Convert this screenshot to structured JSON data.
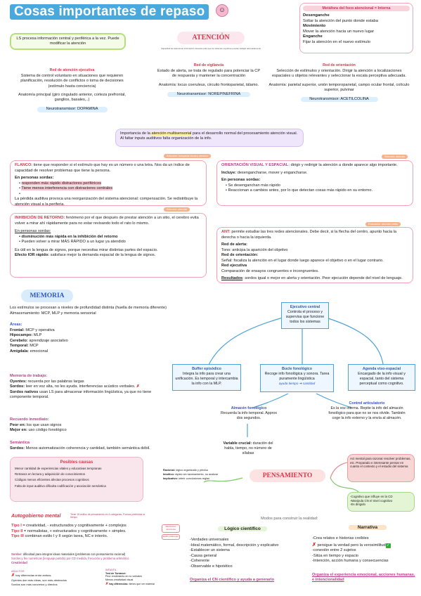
{
  "title": "Cosas importantes de repaso",
  "header_left": "LS procesa información central y periférica a la vez. Puede modificar la atención",
  "atencion_title": "ATENCIÓN",
  "atencion_sub": "Capacidad de seleccionar información relevante para que los sistemas cognitivos puedan trabajar adecuadamente",
  "metaphor": {
    "title": "Metáfora del foco atencional = Interna",
    "items": [
      {
        "k": "Desenganche",
        "v": "Soltar la atención del punto donde estaba"
      },
      {
        "k": "Movimiento",
        "v": "Mover la atención hacia un nuevo lugar"
      },
      {
        "k": "Enganche",
        "v": "Fijar la atención en el nuevo estímulo"
      }
    ]
  },
  "red_ejecutiva": {
    "title": "Red de atención ejecutiva",
    "text": "Sistema de control voluntario en situaciones que requieren planificación, resolución de conflictos o toma de decisiones (estímulo hasta conciencia)",
    "anat": "Anatomía principal (giro cingulado anterior, corteza prefrontal, ganglios, basales,..)",
    "neuro": "Neurotransmisor: DOPAMINA"
  },
  "red_vigilancia": {
    "title": "Red de vigilancia",
    "text": "Estado de alerta, se trata de regulado para potenciar la CP de respuesta y mantener la concentración",
    "anat": "Anatomía: locus coeruleus, circuito frontoparietal, tálamo.",
    "neuro": "Neurotransmisor: NOREPINEFRINA"
  },
  "red_orientacion": {
    "title": "Red de orientación",
    "text": "Selección de estímulos y orientación. Dirigir la atención a localizaciones espaciales u objetos relevantes y seleccionar la escala perceptiva adecuada.",
    "anat": "Anatomía: parietal superior, unión temporoparietal, campo ocular frontal, colículo superior, pulvinar",
    "neuro": "Neurotransmisor: ACETILCOLINA"
  },
  "importance": {
    "pre": "Importancia de la",
    "hl": "atención multisensorial",
    "post": "para el desarrollo normal del procesamiento atención visual. Al faltar inputs auditivos falta organización de la info."
  },
  "flanco": {
    "tag": "Selección: búsqueda visual y atención",
    "k": "FLANCO:",
    "text": "tiene que responder si el estímulo que hay es un número o una letra. Nos da un índice de capacidad de resolver problemas que tiene la persona.",
    "subtitle": "En personas sordas:",
    "items": [
      "responden más rápido distractores periféricos",
      "Tiene menos interferencia con distractores centrales",
      ""
    ],
    "foot": "La pérdida auditiva provoca una reorganización del sistema atencional: compensación. Se redistribuye la atención visual a la periferia."
  },
  "orientacion": {
    "tag": "Selección atención",
    "k": "ORIENTACIÓN VISUAL Y ESPACIAL:",
    "text": "dirigir y redirigir la atención a donde aparece algo importante.",
    "incluye_k": "Incluye:",
    "incluye": "desengancharse, mover y engancharse.",
    "subtitle": "En personas sordas:",
    "items": [
      "Se desenganchan más rápido",
      "Reaccionan a cambios antes, por lo que detectan cosas más rápido en su entorno."
    ]
  },
  "inhibicion": {
    "tag": "Selección atención",
    "k": "INHIBICIÓN DE RETORNO:",
    "text": "fenómeno por el que después de prestar atención a un sitio, el cerebro evita volver a mirar ahí rápidamente para no estar revisando todo el rato lo mismo.",
    "subtitle": "En personas sordas:",
    "items": [
      "disminución más rápida en la inhibición del retorno",
      "Pueden volver a mirar MÁS RÁPIDO a un lugar ya atendido"
    ],
    "foot1": "Es útil en la lengua de signos, porque necesitas mirar distintas partes del espacio.",
    "foot2k": "Efecto IOR rápido:",
    "foot2": "satisface mejor la demanda espacial de la lengua de signos."
  },
  "ant": {
    "tag": "Evaluación: atención redes",
    "k": "ANT:",
    "text": "permite estudiar las tres redes atencionales. Debe decir, si la flecha del centro, apunto hacia la derecha o hacia la izquierda.",
    "rows": [
      {
        "k": "Red de alerta:",
        "v": "Tono: anticipa la aparición del objetivo"
      },
      {
        "k": "Red de orientación:",
        "v": "Señal: focaliza la atención en el lugar donde luego aparece el objetivo o en el lugar contrario."
      },
      {
        "k": "Red ejecutiva",
        "v": "Comparación de ensayos congruentes e incongruentes."
      }
    ],
    "res_k": "Resultados",
    "res": ": sordos igual o mejor en alerta y orientación. Peor ejecución depende del nivel de lenguaje."
  },
  "memoria": {
    "title": "MEMORIA",
    "intro1": "Los estímulos se procesan a niveles de profundidad distinta (huella de memoria diferente)",
    "intro2": "Almacenamiento: MCP, MLP y memoria sensorial",
    "areas_title": "Áreas:",
    "areas": [
      {
        "k": "Frontal:",
        "v": "MCP y operativa"
      },
      {
        "k": "Hipocampo:",
        "v": "MLP"
      },
      {
        "k": "Cerebelo:",
        "v": "aprendizaje asociativo"
      },
      {
        "k": "Temporal:",
        "v": "MCP"
      },
      {
        "k": "Amígdala:",
        "v": "emocional"
      }
    ],
    "trabajo_title": "Memoria de trabajo:",
    "trabajo": [
      {
        "k": "Oyentes:",
        "v": "recuerda por las palabras largas"
      },
      {
        "k": "Sordos:",
        "v": "leer en voz alta, no les ayuda.  interferencias acústico verbales."
      },
      {
        "k": "Sordos nativos",
        "v": "usan LS para almacenar información lingüística, ya que no tiene componente temporal."
      }
    ],
    "inmediato_title": "Recuerdo inmediato:",
    "inmediato": [
      {
        "k": "Peor en:",
        "v": "los que usan signos"
      },
      {
        "k": "Mejor en:",
        "v": "uso código fonológico"
      }
    ],
    "semantica_title": "Semántica",
    "semantica": {
      "k": "Sordos:",
      "v": "Menos automatización coherencia y cantidad, también semántica débil."
    }
  },
  "mindmap": {
    "center_title": "Ejecutivo central",
    "center": "Controla el proceso y supervisa que funcione todos los sistemas",
    "buffer_title": "Buffer episódico",
    "buffer": "Integra la info para crear una unificación. Es temporal y intercambia la info con la MLP.",
    "bucle_title": "Bucle fonológico",
    "bucle": "Recoge info fonológica y sonora. Tarea puramente lingüística",
    "bucle_note": "ayuda tiempo ➜ cantidad",
    "agenda_title": "Agenda viso-espacial",
    "agenda": "Encargado de la info visual y espacial, tanto del sistema perceptual como cognitivo.",
    "almacen_title": "Almacén fonológico",
    "almacen": "Recuerda la info temporal. Approx dos segundos.",
    "control_title": "Control articulatorio",
    "control": "Es la voz interna. Repite la info del almacén fonológico para que no se nos olvide. También coge la info externo y la envía al almacén.",
    "variable_k": "Variable crucial:",
    "variable": "duración del habla, tiempo, no número de sílabas"
  },
  "causas": {
    "title": "Posibles causas",
    "items": [
      "Menor cantidad de experiencias vitales y educativas tempranas",
      "Retrasos en lectura y adquisición de conocimientos",
      "Códigos menos eficientes afectan procesos cognitivos",
      "Falta de input auditivo dificulta codificación y asociación semántica"
    ]
  },
  "pensamiento": {
    "title": "PENSAMIENTO",
    "types": [
      {
        "k": "Racional:",
        "v": "lógico organizado y preciso"
      },
      {
        "k": "Intuitivo:",
        "v": "rápido sin razonamiento, no analizar"
      },
      {
        "k": "Implicativo:",
        "v": "inferir conclusiones reglas"
      }
    ],
    "act": "Act mental para razonar resolver problemas, etc. Preparado e interesante pensar en cuanto el contexto y el estudio del sistema",
    "right": [
      "-Cognitivo que influye en la CD",
      "-Manipula CN el nivel cognitivo",
      "-Es dirigido"
    ],
    "modos": "Modos para construir la realidad:"
  },
  "autogobierno": {
    "title": "Autogobierno mental",
    "note": "Tener 15 estilos de pensamiento en 4 categorías. Formas preferidas al tiempo",
    "items": [
      {
        "k": "Tipo I",
        "v": " = creatividad, - estructurados y cognitivamente + complejos"
      },
      {
        "k": "Tipo II",
        "v": " = normalistas, + estructurados y cognitivamente + simples."
      },
      {
        "k": "Tipo III",
        "v": " combinan estilo I y II según tarea, NC e interés."
      }
    ],
    "badge1": "Resolución sincrónica",
    "badge2": "Estilo preferente",
    "sordos": "Sordos",
    "sordos_t": ": dificultad para integrar ideas materiales (problemas con pensamiento racional)",
    "fluidez": "Sordos y fex numéricas (lenguaje partido) por CD medida, frecución y problema aritmético.",
    "creat": "Creatividad",
    "adultos_k": "ADULTOS",
    "adultos": "hay diferencias entre ambos.",
    "adultos2": "Oyentes dan más ideas, son más abstractos",
    "adultos3": "Sordos son más concretos y directos",
    "infantil_k": "INFANTIL",
    "infantil1": "Test de Torrance:",
    "infantil2": "Peor rendimiento en no verbales",
    "infantil3": "Menos creatividad visual",
    "infantil4": "hay diferencias:",
    "infantil5": "tienes que ver material"
  },
  "logico": {
    "title": "Lógico científico",
    "items": [
      "-Verdades universales",
      "-Ideal matemático, formal, descripción y explicativo",
      "-Establecer un sistema",
      "-Causa general",
      "-Coherente",
      "-Observable e hipotético"
    ],
    "foot": "Organiza el CN científico y ayuda a generarlo"
  },
  "narrativa": {
    "title": "Narrativa",
    "items": [
      "-Crea relatos e historias creíbles",
      "persigue la verdad pero  la verosimilitud",
      "-conexión entre 2 sujetos",
      "-Sitúa en tiempo y espacio",
      "-Intención, acción humana y consecuencias"
    ],
    "foot": "Organiza el experiencia emocional, acciones humanas, e intencionalidad"
  },
  "colors": {
    "accent": "#d9384a",
    "magenta": "#c23b8a",
    "blue": "#2f56c4"
  }
}
